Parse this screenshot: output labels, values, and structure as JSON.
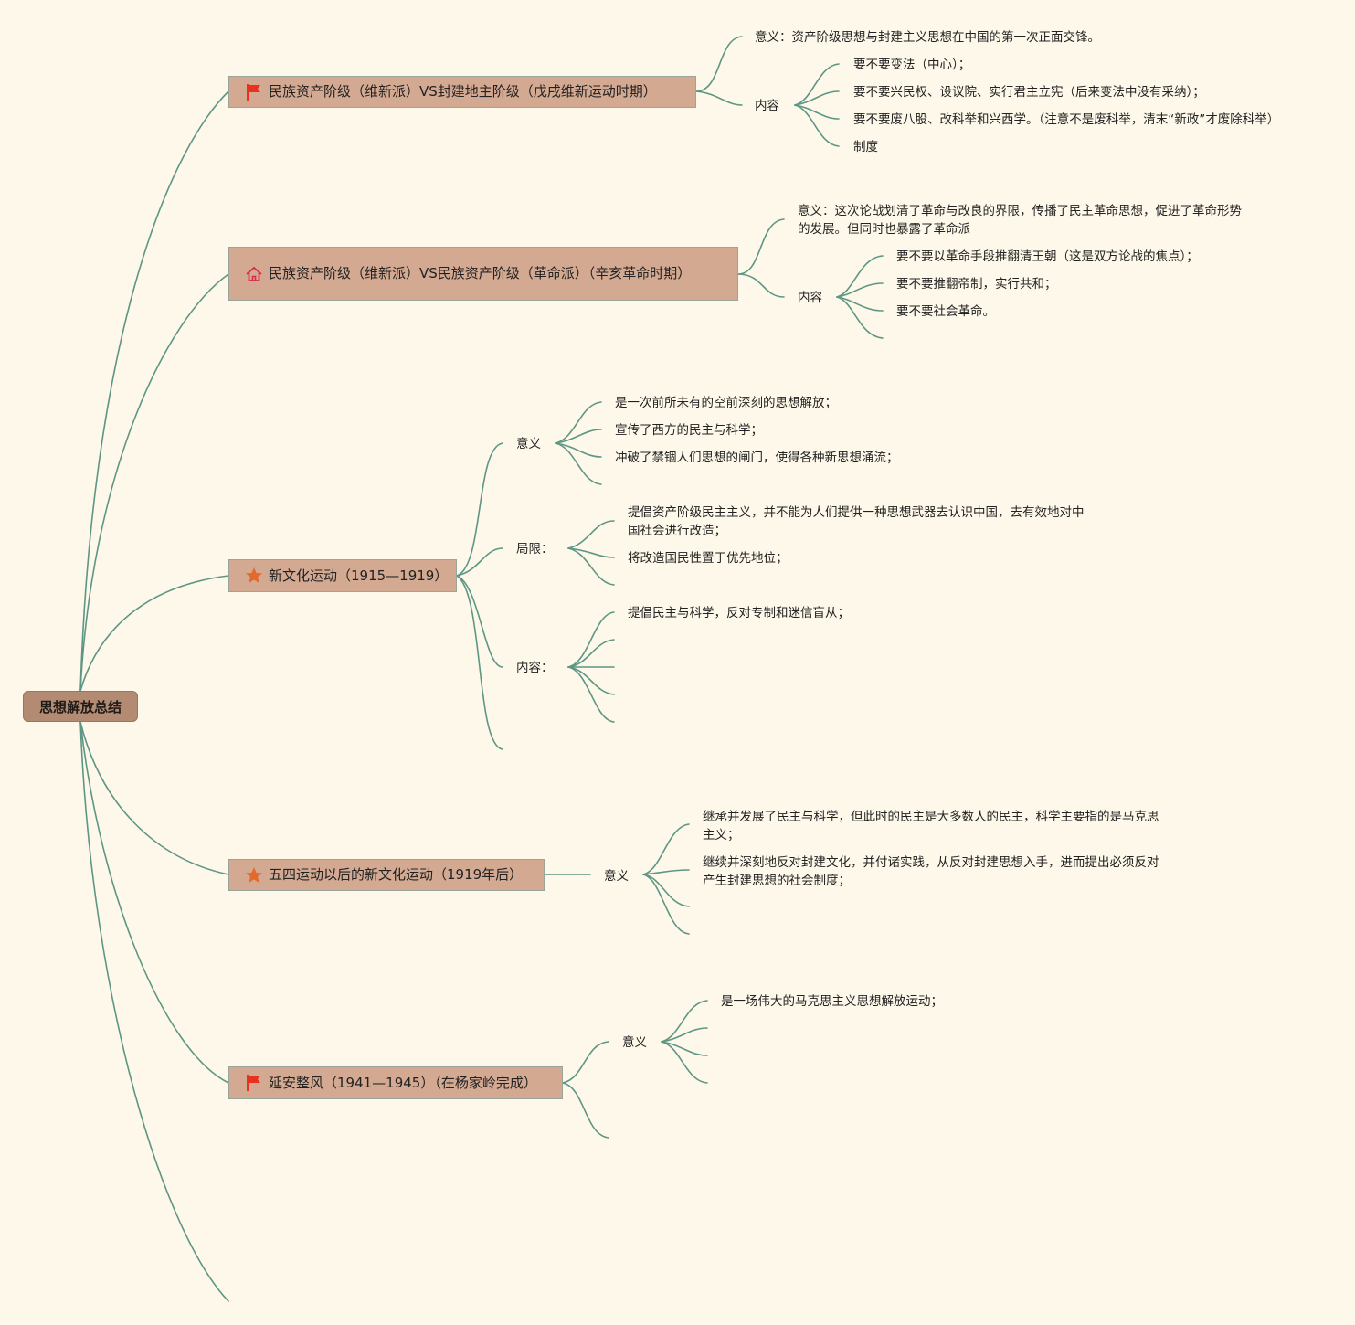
{
  "root": {
    "label": "思想解放总结"
  },
  "icons": {
    "flag": "red-flag-icon",
    "home": "home-icon",
    "star": "star-icon"
  },
  "colors": {
    "background": "#fdf8e9",
    "connector": "#5e9685",
    "topic_fill": "#d4a992",
    "root_fill": "#b38a72",
    "flag": "#e8311f",
    "star": "#e36a2e",
    "home": "#d92a4c"
  },
  "topics": [
    {
      "label": "民族资产阶级（维新派）VS封建地主阶级（戊戌维新运动时期）",
      "icon": "red-flag-icon",
      "meaning": "意义：资产阶级思想与封建主义思想在中国的第一次正面交锋。",
      "content_label": "内容",
      "content_items": [
        "要不要变法（中心）；",
        "要不要兴民权、设议院、实行君主立宪（后来变法中没有采纳）；",
        "要不要废八股、改科举和兴西学。（注意不是废科举，清末“新政”才废除科举）",
        "制度"
      ]
    },
    {
      "label": "民族资产阶级（维新派）VS民族资产阶级（革命派）（辛亥革命时期）",
      "icon": "home-icon",
      "meaning": "意义：这次论战划清了革命与改良的界限，传播了民主革命思想，促进了革命形势的发展。但同时也暴露了革命派",
      "content_label": "内容",
      "content_items": [
        "要不要以革命手段推翻清王朝（这是双方论战的焦点）；",
        "要不要推翻帝制，实行共和；",
        "要不要社会革命。"
      ]
    },
    {
      "label": "新文化运动（1915—1919）",
      "icon": "star-icon",
      "meaning_label": "意义",
      "meaning_items": [
        "是一次前所未有的空前深刻的思想解放；",
        "宣传了西方的民主与科学；",
        "冲破了禁锢人们思想的闸门，使得各种新思想涌流；"
      ],
      "limit_label": "局限：",
      "limit_items": [
        "提倡资产阶级民主主义，并不能为人们提供一种思想武器去认识中国，去有效地对中国社会进行改造；",
        "将改造国民性置于优先地位；"
      ],
      "content_label": "内容：",
      "content_items": [
        "提倡民主与科学，反对专制和迷信盲从；"
      ]
    },
    {
      "label": "五四运动以后的新文化运动（1919年后）",
      "icon": "star-icon",
      "meaning_label": "意义",
      "meaning_items": [
        "继承并发展了民主与科学，但此时的民主是大多数人的民主，科学主要指的是马克思主义；",
        "继续并深刻地反对封建文化，并付诸实践，从反对封建思想入手，进而提出必须反对产生封建思想的社会制度；"
      ]
    },
    {
      "label": "延安整风（1941—1945）（在杨家岭完成）",
      "icon": "red-flag-icon",
      "meaning_label": "意义",
      "meaning_items": [
        "是一场伟大的马克思主义思想解放运动；"
      ]
    }
  ]
}
